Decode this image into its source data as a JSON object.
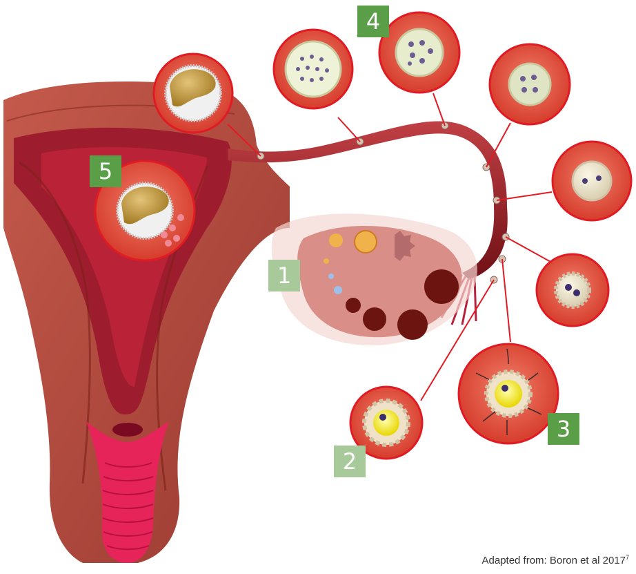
{
  "badges": [
    {
      "num": "1",
      "tone": "light"
    },
    {
      "num": "2",
      "tone": "light"
    },
    {
      "num": "3",
      "tone": "dark"
    },
    {
      "num": "4",
      "tone": "dark"
    },
    {
      "num": "5",
      "tone": "dark"
    }
  ],
  "caption": {
    "text": "Adapted from: Boron et al 2017",
    "superscript": "7"
  },
  "colors": {
    "tissue": "#b8453b",
    "tissue_dark": "#7d2119",
    "tube": "#8e1e22",
    "vagina_pink": "#e6245a",
    "ovary": "#d98f88",
    "circle_border": "#e01b24",
    "circle_fill": "#e0513f",
    "badge_dark": "#5a9e48",
    "badge_light": "#a8c99a"
  },
  "callout_icons": [
    "blastocyst-icon",
    "morula-icon",
    "16-cell-embryo-icon",
    "8-cell-embryo-icon",
    "4-cell-embryo-icon",
    "2-cell-embryo-icon",
    "zygote-icon",
    "fertilization-icon",
    "ovulated-oocyte-icon",
    "implanting-blastocyst-icon"
  ]
}
